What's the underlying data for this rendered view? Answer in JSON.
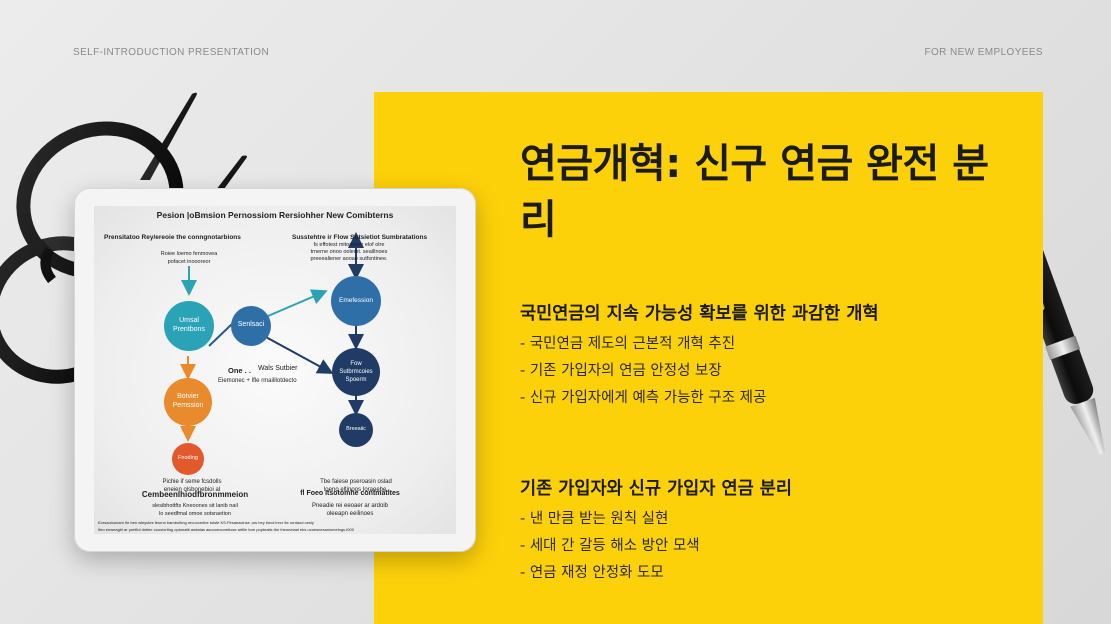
{
  "header": {
    "left": "SELF-INTRODUCTION PRESENTATION",
    "right": "FOR NEW EMPLOYEES"
  },
  "slide": {
    "title": "연금개혁: 신구 연금 완전 분리",
    "sections": [
      {
        "heading": "국민연금의 지속 가능성 확보를 위한 과감한 개혁",
        "bullets": [
          "- 국민연금 제도의 근본적 개혁 추진",
          "- 기존 가입자의 연금 안정성 보장",
          "- 신규 가입자에게 예측 가능한 구조 제공"
        ]
      },
      {
        "heading": "기존 가입자와 신규 가입자 연금 분리",
        "bullets": [
          "- 낸 만큼 받는 원칙 실현",
          "- 세대 간 갈등 해소 방안 모색",
          "- 연금 재정 안정화 도모"
        ]
      }
    ]
  },
  "diagram": {
    "title": "Pesion |oBmsion Pernossiom Rersiohher New Comibterns",
    "left_heading": "Prensitatoo Rey/ereoie the conngnotarbions",
    "right_heading": "Susstehtre ir Flow Sutsietiot Sumbratations",
    "left_note": [
      "Roiee loemo fenmovea",
      "pofacet inoooreor"
    ],
    "right_note": [
      "fs effotest mitoooner elof olre",
      "trnerne onoo oolemt. seaillnoes",
      "preeealiener aooao sutfsntinee."
    ],
    "nodes": {
      "teal": [
        "Umsal",
        "Prentbons"
      ],
      "center": "Senlsaci",
      "orange": [
        "Botvier",
        "Pemssion"
      ],
      "red": "Fnoding",
      "right_top": "Emefession",
      "right_mid": [
        "Fow",
        "Sutbrmcoies",
        "Spoerm"
      ],
      "right_bot": "Breeaiic"
    },
    "mid_label_1": "One . .",
    "mid_label_2": "Wals Sutbier",
    "mid_label_3": "Eiemonec + Ifle rmailllotdecto",
    "left_bottom_note": [
      "Pichie if seme fcsdolls",
      "eneien olsbonebioi al"
    ],
    "right_bottom_note": [
      "Tbe faiese pseroasin oslad",
      "loeno eltinoos Ioraeebe."
    ],
    "left_footer_heading": "Cembeenlhiodfbronmmeion",
    "left_footer_text": [
      "slesibhottfts Kneoones sit lanib nail",
      "lo seedfmal omoe sotsraetion"
    ],
    "right_footer_heading": "fl Foeo Itsotomhe contmatltes",
    "right_footer_text": [
      "Pneadie rei eeoaer ar ardoib",
      "oleeapn eeilinoes"
    ],
    "footnote_1": "Eorsaoiounanr fie ben wleyctes fesrnn bamboihng recooceribe tulsfe KS.Pirsaeacinse ;ow hey tlovd lrecr Ite orntaod oesly",
    "footnote_2": "Ifeo enweaghl ar preifiol dntiee coooiorting optonatit amtatas asoooeoonetiose artille tore popteatis the fneoneiaal ebs ucoesnesaniomeings.I000"
  },
  "colors": {
    "panel": "#fdd10a",
    "teal": "#2ba3b7",
    "navy": "#1f3b66",
    "blue": "#2f6fa8",
    "orange": "#e98a2c",
    "red": "#e25a2c"
  }
}
